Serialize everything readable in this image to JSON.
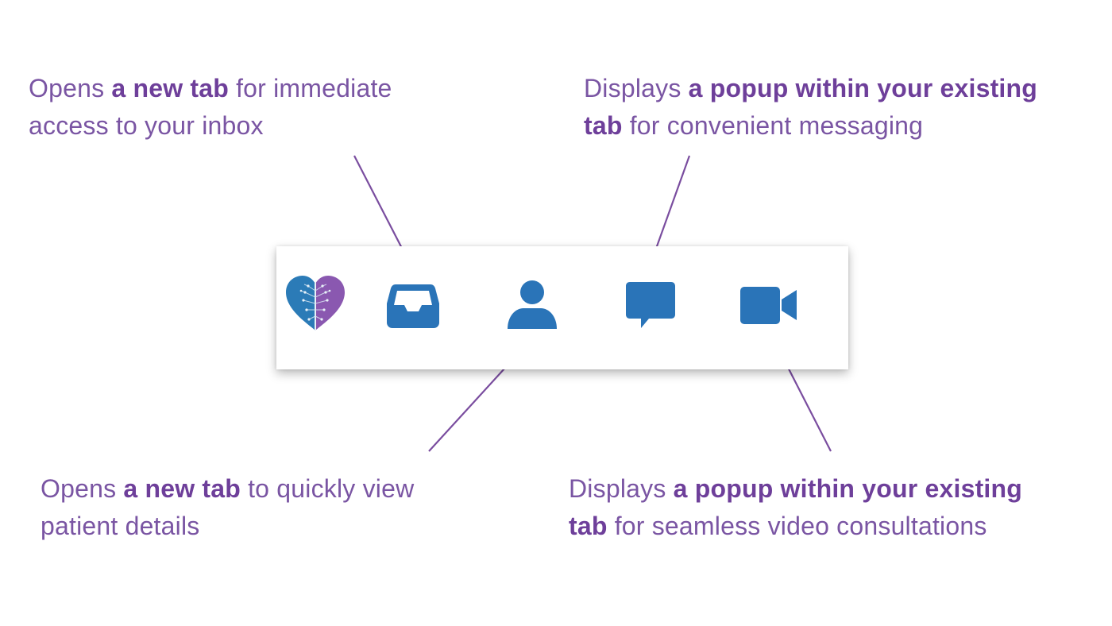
{
  "colors": {
    "annotation_text": "#7a55a3",
    "annotation_bold": "#6e3f9a",
    "leader_line": "#7a4d9f",
    "icon_blue": "#2a74b8",
    "logo_teal": "#2b7bb7",
    "logo_purple": "#8a58b0",
    "toolbar_bg": "#ffffff"
  },
  "toolbar": {
    "logo": {
      "icon": "heart-logo-icon"
    },
    "inbox": {
      "icon": "inbox-tray-icon"
    },
    "patient": {
      "icon": "user-icon"
    },
    "chat": {
      "icon": "chat-bubble-icon"
    },
    "video": {
      "icon": "video-camera-icon"
    }
  },
  "callouts": {
    "inbox": {
      "pre": "Opens ",
      "bold": "a new tab",
      "post": " for immediate",
      "line2": "access to your inbox"
    },
    "chat": {
      "pre": "Displays ",
      "bold": "a popup within your existing",
      "bold2": "tab",
      "post2": " for convenient messaging"
    },
    "patient": {
      "pre": "Opens ",
      "bold": "a new tab",
      "post": " to quickly view",
      "line2": "patient details"
    },
    "video": {
      "pre": "Displays ",
      "bold": "a popup within your existing",
      "bold2": "tab",
      "post2": " for seamless video consultations"
    }
  }
}
